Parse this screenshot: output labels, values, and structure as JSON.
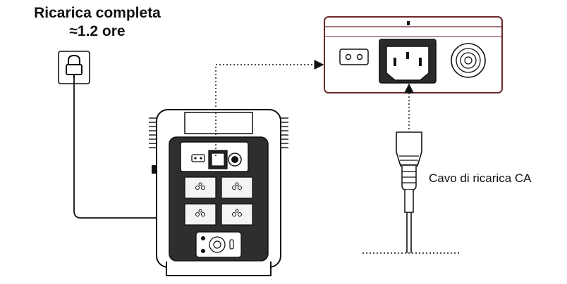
{
  "heading": {
    "line1": "Ricarica completa",
    "line2": "≈1.2 ore"
  },
  "cable_label": "Cavo di ricarica CA",
  "colors": {
    "stroke": "#111111",
    "zoom_panel_border": "#6b2a2a",
    "device_body": "#2e2e2e",
    "socket_fill": "#f4f4f4"
  },
  "icons": [
    "wall-outlet-icon",
    "ac-input-port-icon",
    "ac-socket-icon",
    "power-connector-icon"
  ]
}
